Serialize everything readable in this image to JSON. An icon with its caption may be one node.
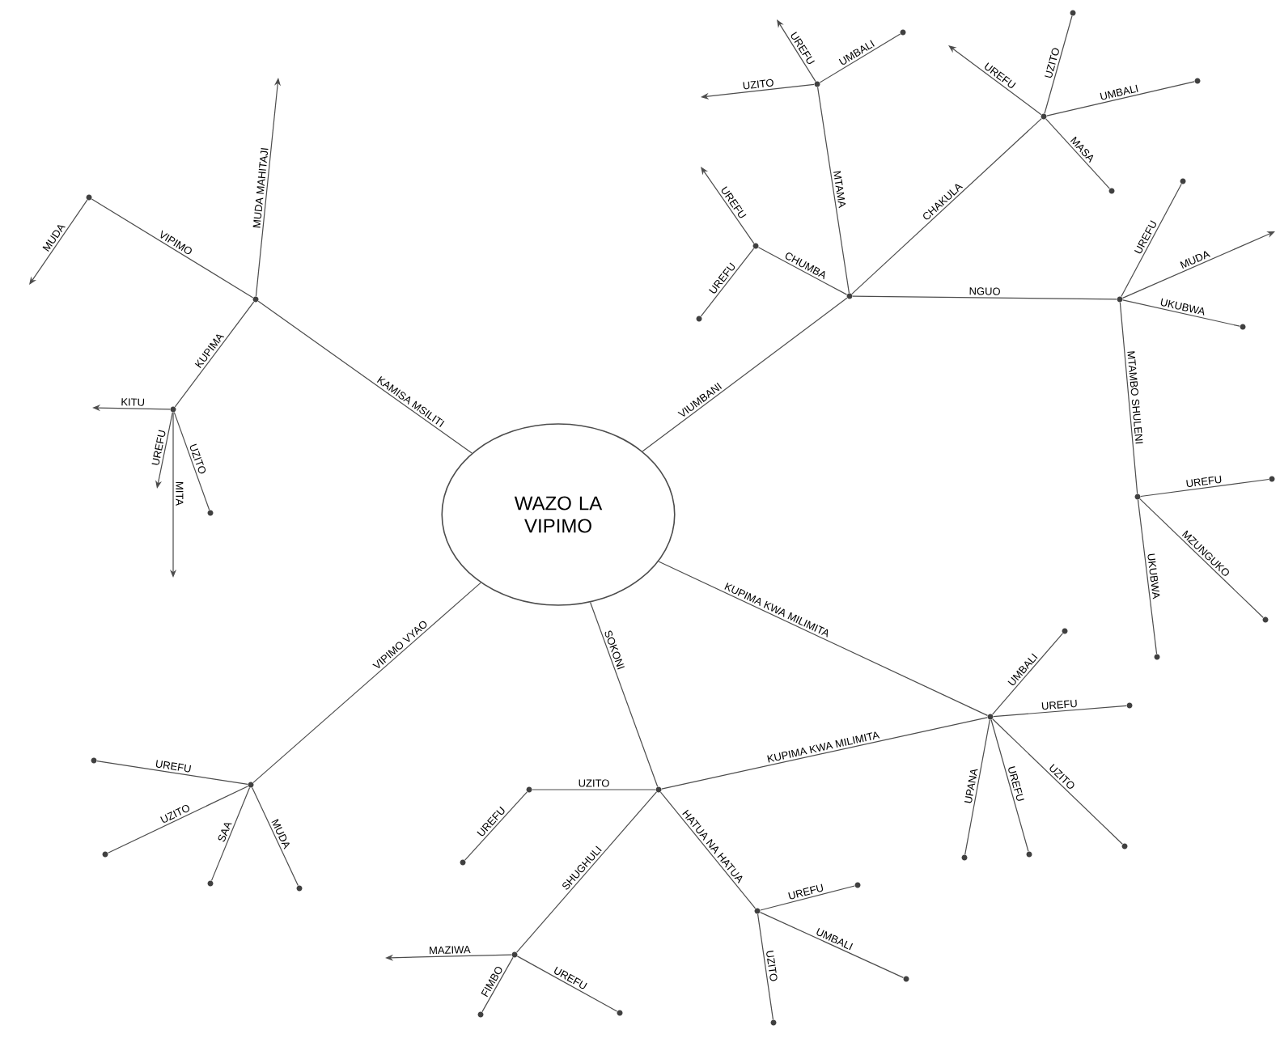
{
  "diagram": {
    "nodes": [
      {
        "text": [
          "WAZO LA VIPIMO"
        ]
      },
      {
        "text": [],
        "shape": "circle"
      },
      {
        "text": [],
        "shape": "circle"
      },
      {
        "text": [],
        "shape": "circle"
      },
      {
        "text": [],
        "shape": "circle"
      },
      {
        "text": [],
        "shape": "circle"
      },
      {
        "text": [],
        "shape": "circle"
      },
      {
        "text": [],
        "shape": "circle"
      },
      {
        "text": [],
        "shape": "circle"
      },
      {
        "text": [],
        "shape": "circle"
      },
      {
        "text": [],
        "shape": "circle"
      },
      {
        "text": [],
        "shape": "circle"
      },
      {
        "text": [],
        "shape": "circle"
      },
      {
        "text": [],
        "shape": "circle"
      },
      {
        "text": [],
        "shape": "circle"
      },
      {
        "text": [],
        "shape": "circle"
      },
      {
        "text": [],
        "shape": "circle"
      },
      {
        "text": [],
        "shape": "circle"
      },
      {
        "text": [],
        "shape": "circle"
      },
      {
        "text": [],
        "shape": "circle"
      },
      {
        "text": [],
        "shape": "circle"
      },
      {
        "text": [],
        "shape": "circle"
      },
      {
        "text": [],
        "shape": "circle"
      },
      {
        "text": [],
        "shape": "circle"
      },
      {
        "text": [],
        "shape": "circle"
      },
      {
        "text": [],
        "shape": "circle"
      },
      {
        "text": [],
        "shape": "circle"
      },
      {
        "text": [],
        "shape": "circle"
      },
      {
        "text": [],
        "shape": "circle"
      },
      {
        "text": [],
        "shape": "circle"
      },
      {
        "text": [],
        "shape": "circle"
      },
      {
        "text": [],
        "shape": "circle"
      },
      {
        "text": [],
        "shape": "circle"
      },
      {
        "text": [],
        "shape": "circle"
      },
      {
        "text": [],
        "shape": "circle"
      },
      {
        "text": [],
        "shape": "circle"
      },
      {
        "text": [],
        "shape": "circle"
      },
      {
        "text": [],
        "shape": "circle"
      },
      {
        "text": [],
        "shape": "circle"
      },
      {
        "text": [],
        "shape": "circle"
      },
      {
        "text": [],
        "shape": "circle"
      },
      {
        "text": [],
        "shape": "circle"
      }
    ],
    "edges": [
      {
        "from": 0,
        "to": 1,
        "arrow": "none",
        "label": "KAMISA MSILITI"
      },
      {
        "from": 1,
        "to": 2,
        "arrow": "none",
        "label": "VIPIMO"
      },
      {
        "from": 2,
        "to": null,
        "arrow": "to",
        "label": "MUDA"
      },
      {
        "from": 1,
        "to": null,
        "arrow": "to",
        "label": "MUDA MAHITAJI"
      },
      {
        "from": 1,
        "to": 3,
        "arrow": "none",
        "label": "KUPIMA"
      },
      {
        "from": 3,
        "to": null,
        "arrow": "to",
        "label": "KITU"
      },
      {
        "from": 3,
        "to": null,
        "arrow": "to",
        "label": "UREFU"
      },
      {
        "from": 3,
        "to": null,
        "arrow": "to",
        "label": "MITA"
      },
      {
        "from": 3,
        "to": 16,
        "arrow": "none",
        "label": "UZITO"
      },
      {
        "from": 0,
        "to": 4,
        "arrow": "none",
        "label": "VIUMBANI"
      },
      {
        "from": 4,
        "to": 5,
        "arrow": "none",
        "label": "CHUMBA"
      },
      {
        "from": 5,
        "to": null,
        "arrow": "to",
        "label": "UREFU"
      },
      {
        "from": 5,
        "to": 17,
        "arrow": "none",
        "label": "UREFU"
      },
      {
        "from": 4,
        "to": 6,
        "arrow": "none",
        "label": "MTAMA"
      },
      {
        "from": 6,
        "to": null,
        "arrow": "to",
        "label": "UZITO"
      },
      {
        "from": 6,
        "to": null,
        "arrow": "to",
        "label": "UREFU"
      },
      {
        "from": 6,
        "to": 18,
        "arrow": "none",
        "label": "UMBALI"
      },
      {
        "from": 4,
        "to": 7,
        "arrow": "none",
        "label": "CHAKULA"
      },
      {
        "from": 7,
        "to": null,
        "arrow": "to",
        "label": "UREFU"
      },
      {
        "from": 7,
        "to": 19,
        "arrow": "none",
        "label": "UZITO"
      },
      {
        "from": 7,
        "to": 20,
        "arrow": "none",
        "label": "UMBALI"
      },
      {
        "from": 7,
        "to": 21,
        "arrow": "none",
        "label": "MASA"
      },
      {
        "from": 4,
        "to": 8,
        "arrow": "none",
        "label": "NGUO"
      },
      {
        "from": 8,
        "to": 22,
        "arrow": "none",
        "label": "UREFU"
      },
      {
        "from": 8,
        "to": null,
        "arrow": "to",
        "label": "MUDA"
      },
      {
        "from": 8,
        "to": 23,
        "arrow": "none",
        "label": "UKUBWA"
      },
      {
        "from": 8,
        "to": 9,
        "arrow": "none",
        "label": "MTAMBO SHULENI"
      },
      {
        "from": 9,
        "to": 24,
        "arrow": "none",
        "label": "UREFU"
      },
      {
        "from": 9,
        "to": 25,
        "arrow": "none",
        "label": "MZUNGUKO"
      },
      {
        "from": 9,
        "to": 26,
        "arrow": "none",
        "label": "UKUBWA"
      },
      {
        "from": 0,
        "to": 10,
        "arrow": "none",
        "label": "KUPIMA KWA MILIMITA"
      },
      {
        "from": 10,
        "to": 27,
        "arrow": "none",
        "label": "UMBALI"
      },
      {
        "from": 10,
        "to": 28,
        "arrow": "none",
        "label": "UREFU"
      },
      {
        "from": 10,
        "to": 29,
        "arrow": "none",
        "label": "UZITO"
      },
      {
        "from": 10,
        "to": 30,
        "arrow": "none",
        "label": "UPANA"
      },
      {
        "from": 10,
        "to": 31,
        "arrow": "none",
        "label": "UREFU"
      },
      {
        "from": 0,
        "to": 11,
        "arrow": "none",
        "label": "SOKONI"
      },
      {
        "from": 11,
        "to": 10,
        "arrow": "none",
        "label": "KUPIMA KWA MILIMITA"
      },
      {
        "from": 11,
        "to": 12,
        "arrow": "none",
        "label": "UZITO"
      },
      {
        "from": 12,
        "to": 32,
        "arrow": "none",
        "label": "UREFU"
      },
      {
        "from": 11,
        "to": 13,
        "arrow": "none",
        "label": "HATUA NA HATUA"
      },
      {
        "from": 13,
        "to": 33,
        "arrow": "none",
        "label": "UREFU"
      },
      {
        "from": 13,
        "to": 34,
        "arrow": "none",
        "label": "UMBALI"
      },
      {
        "from": 13,
        "to": 35,
        "arrow": "none",
        "label": "UZITO"
      },
      {
        "from": 11,
        "to": 14,
        "arrow": "none",
        "label": "SHUGHULI"
      },
      {
        "from": 14,
        "to": null,
        "arrow": "to",
        "label": "MAZIWA"
      },
      {
        "from": 14,
        "to": 36,
        "arrow": "none",
        "label": "FIMBO"
      },
      {
        "from": 14,
        "to": 37,
        "arrow": "none",
        "label": "UREFU"
      },
      {
        "from": 0,
        "to": 15,
        "arrow": "none",
        "label": "VIPIMO VYAO"
      },
      {
        "from": 15,
        "to": 38,
        "arrow": "none",
        "label": "UREFU"
      },
      {
        "from": 15,
        "to": 39,
        "arrow": "none",
        "label": "UZITO"
      },
      {
        "from": 15,
        "to": 40,
        "arrow": "none",
        "label": "SAA"
      },
      {
        "from": 15,
        "to": 41,
        "arrow": "none",
        "label": "MUDA"
      }
    ]
  }
}
